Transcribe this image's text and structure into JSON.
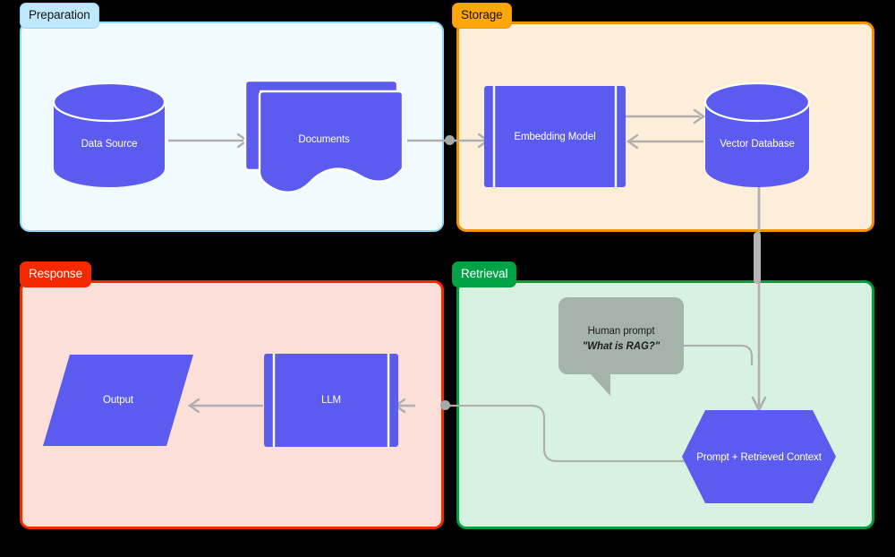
{
  "diagram": {
    "title_visible": false,
    "accent_node_color": "#5b5bf0",
    "connector_color": "#b0aeae",
    "bubble_color": "#a4b4ab"
  },
  "groups": [
    {
      "id": "preparation",
      "label": "Preparation",
      "border": "#8ed8f8",
      "fill": "#f0fbff",
      "badge_fill": "#bfe8fa",
      "badge_text": "#161616"
    },
    {
      "id": "storage",
      "label": "Storage",
      "border": "#f59100",
      "fill": "#fdeed9",
      "badge_fill": "#ffa608",
      "badge_text": "#161616"
    },
    {
      "id": "response",
      "label": "Response",
      "border": "#f52900",
      "fill": "#fcdfd8",
      "badge_fill": "#f52900",
      "badge_text": "#ffffff"
    },
    {
      "id": "retrieval",
      "label": "Retrieval",
      "border": "#00a03c",
      "fill": "#d8f2e1",
      "badge_fill": "#00a345",
      "badge_text": "#ffffff"
    }
  ],
  "nodes": {
    "data_source": {
      "label": "Data Source",
      "shape": "cylinder",
      "group": "preparation"
    },
    "documents": {
      "label": "Documents",
      "shape": "multi-document",
      "group": "preparation"
    },
    "embedding": {
      "label": "Embedding Model",
      "shape": "subroutine",
      "group": "storage"
    },
    "vector_db": {
      "label": "Vector Database",
      "shape": "cylinder",
      "group": "storage"
    },
    "human_prompt": {
      "label_line1": "Human prompt",
      "label_line2": "\"What is RAG?\"",
      "shape": "speech-bubble",
      "group": "retrieval"
    },
    "prompt_context": {
      "label": "Prompt + Retrieved Context",
      "shape": "hexagon",
      "group": "retrieval"
    },
    "llm": {
      "label": "LLM",
      "shape": "subroutine",
      "group": "response"
    },
    "output": {
      "label": "Output",
      "shape": "parallelogram",
      "group": "response"
    }
  },
  "edges": [
    {
      "from": "data_source",
      "to": "documents",
      "style": "arrow"
    },
    {
      "from": "documents",
      "to": "embedding",
      "style": "arrow"
    },
    {
      "from": "embedding",
      "to": "vector_db",
      "style": "arrow"
    },
    {
      "from": "vector_db",
      "to": "embedding",
      "style": "arrow"
    },
    {
      "from": "vector_db",
      "to": "prompt_context",
      "style": "arrow"
    },
    {
      "from": "human_prompt",
      "to": "prompt_context",
      "style": "elbow"
    },
    {
      "from": "prompt_context",
      "to": "llm",
      "style": "elbow-arrow"
    },
    {
      "from": "llm",
      "to": "output",
      "style": "arrow"
    }
  ]
}
